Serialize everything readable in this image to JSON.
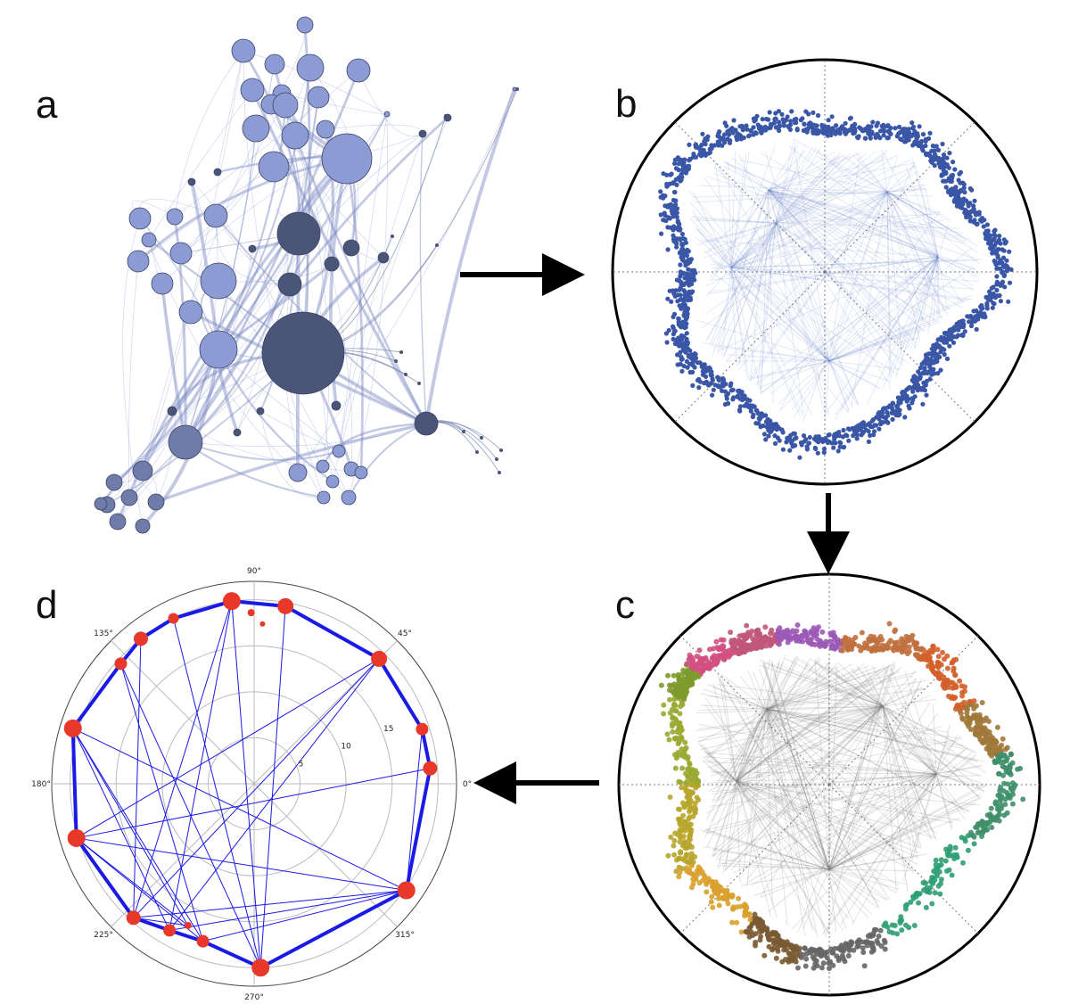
{
  "panels": [
    {
      "label": "a",
      "type": "force-directed network graph"
    },
    {
      "label": "b",
      "type": "hyperbolic disk embedding"
    },
    {
      "label": "c",
      "type": "community-colored hyperbolic embedding"
    },
    {
      "label": "d",
      "type": "community-level polar graph"
    }
  ],
  "colors": {
    "panel_a_light": "#8c9bd3",
    "panel_a_dark": "#4a5578",
    "panel_b_nodes": "#3a56a6",
    "panel_c_edges": "#7a7a7a",
    "panel_d_edges": "#1a1ae6",
    "panel_d_nodes": "#e8382a",
    "arrow": "#000000"
  },
  "communities_c": [
    "#9b59b6",
    "#c0577a",
    "#d1507f",
    "#c0703d",
    "#d35f2a",
    "#a0793a",
    "#3f8f6a",
    "#2f9e74",
    "#666666",
    "#7a5a32",
    "#d9a02c",
    "#b8a52b",
    "#9aa832",
    "#7d9a2e"
  ],
  "polar_d": {
    "angle_labels": [
      "90°",
      "45°",
      "0°",
      "315°",
      "270°",
      "225°",
      "180°",
      "135°"
    ],
    "radial_labels": [
      "5",
      "10",
      "15"
    ],
    "nodes": [
      {
        "theta": 97,
        "r": 20,
        "size": 10
      },
      {
        "theta": 80,
        "r": 19.6,
        "size": 9
      },
      {
        "theta": 45,
        "r": 19.2,
        "size": 9
      },
      {
        "theta": 18,
        "r": 19.2,
        "size": 7
      },
      {
        "theta": 5,
        "r": 19.2,
        "size": 8
      },
      {
        "theta": 325,
        "r": 20.2,
        "size": 10
      },
      {
        "theta": 272,
        "r": 20,
        "size": 10
      },
      {
        "theta": 252,
        "r": 18,
        "size": 7
      },
      {
        "theta": 240,
        "r": 18.4,
        "size": 7
      },
      {
        "theta": 228,
        "r": 19.6,
        "size": 8
      },
      {
        "theta": 197,
        "r": 20.2,
        "size": 10
      },
      {
        "theta": 163,
        "r": 20.6,
        "size": 10
      },
      {
        "theta": 138,
        "r": 19.5,
        "size": 7
      },
      {
        "theta": 128,
        "r": 20,
        "size": 8
      },
      {
        "theta": 116,
        "r": 20,
        "size": 6
      },
      {
        "theta": 91,
        "r": 18.6,
        "size": 4
      },
      {
        "theta": 87,
        "r": 17.4,
        "size": 3
      },
      {
        "theta": 245,
        "r": 17,
        "size": 4
      }
    ]
  }
}
